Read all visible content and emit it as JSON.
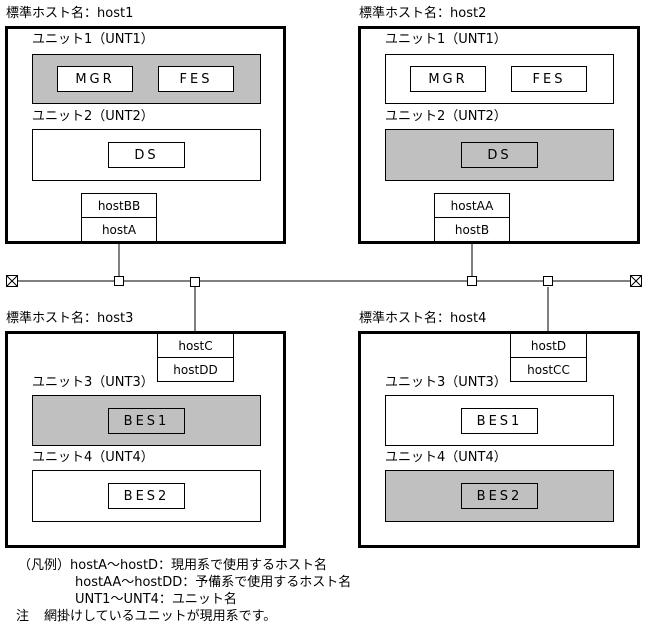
{
  "hosts": [
    {
      "title": "標準ホスト名：host1",
      "units": [
        {
          "label": "ユニット1（UNT1）",
          "servers": [
            "MGR",
            "FES"
          ],
          "active": true
        },
        {
          "label": "ユニット2（UNT2）",
          "servers": [
            "DS"
          ],
          "active": false
        }
      ],
      "addresses": [
        "hostBB",
        "hostA"
      ]
    },
    {
      "title": "標準ホスト名：host2",
      "units": [
        {
          "label": "ユニット1（UNT1）",
          "servers": [
            "MGR",
            "FES"
          ],
          "active": false
        },
        {
          "label": "ユニット2（UNT2）",
          "servers": [
            "DS"
          ],
          "active": true
        }
      ],
      "addresses": [
        "hostAA",
        "hostB"
      ]
    },
    {
      "title": "標準ホスト名：host3",
      "units": [
        {
          "label": "ユニット3（UNT3）",
          "servers": [
            "BES1"
          ],
          "active": true
        },
        {
          "label": "ユニット4（UNT4）",
          "servers": [
            "BES2"
          ],
          "active": false
        }
      ],
      "addresses": [
        "hostC",
        "hostDD"
      ]
    },
    {
      "title": "標準ホスト名：host4",
      "units": [
        {
          "label": "ユニット3（UNT3）",
          "servers": [
            "BES1"
          ],
          "active": false
        },
        {
          "label": "ユニット4（UNT4）",
          "servers": [
            "BES2"
          ],
          "active": true
        }
      ],
      "addresses": [
        "hostD",
        "hostCC"
      ]
    }
  ],
  "legend": {
    "heading": "（凡例）",
    "lines": [
      "hostA～hostD：現用系で使用するホスト名",
      "hostAA～hostDD：予備系で使用するホスト名",
      "UNT1～UNT4：ユニット名"
    ],
    "note_label": "注",
    "note_text": "網掛けしているユニットが現用系です。"
  },
  "colors": {
    "active_fill": "#c0c0c0",
    "line": "#000000",
    "background": "#ffffff"
  }
}
